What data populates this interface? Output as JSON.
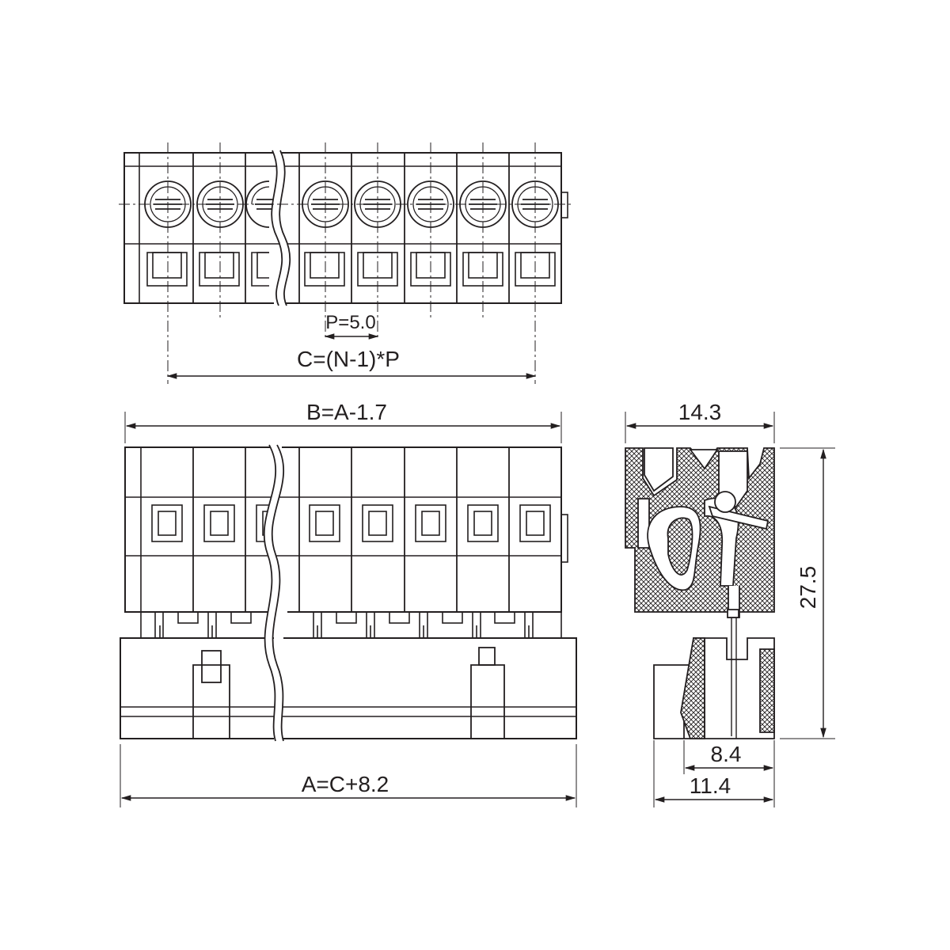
{
  "dimensions": {
    "pitch": "P=5.0",
    "c_formula": "C=(N-1)*P",
    "b_formula": "B=A-1.7",
    "a_formula": "A=C+8.2",
    "side_width": "14.3",
    "side_height": "27.5",
    "side_base_inner": "8.4",
    "side_base_outer": "11.4"
  },
  "colors": {
    "line": "#231f20",
    "hatch": "#231f20"
  }
}
